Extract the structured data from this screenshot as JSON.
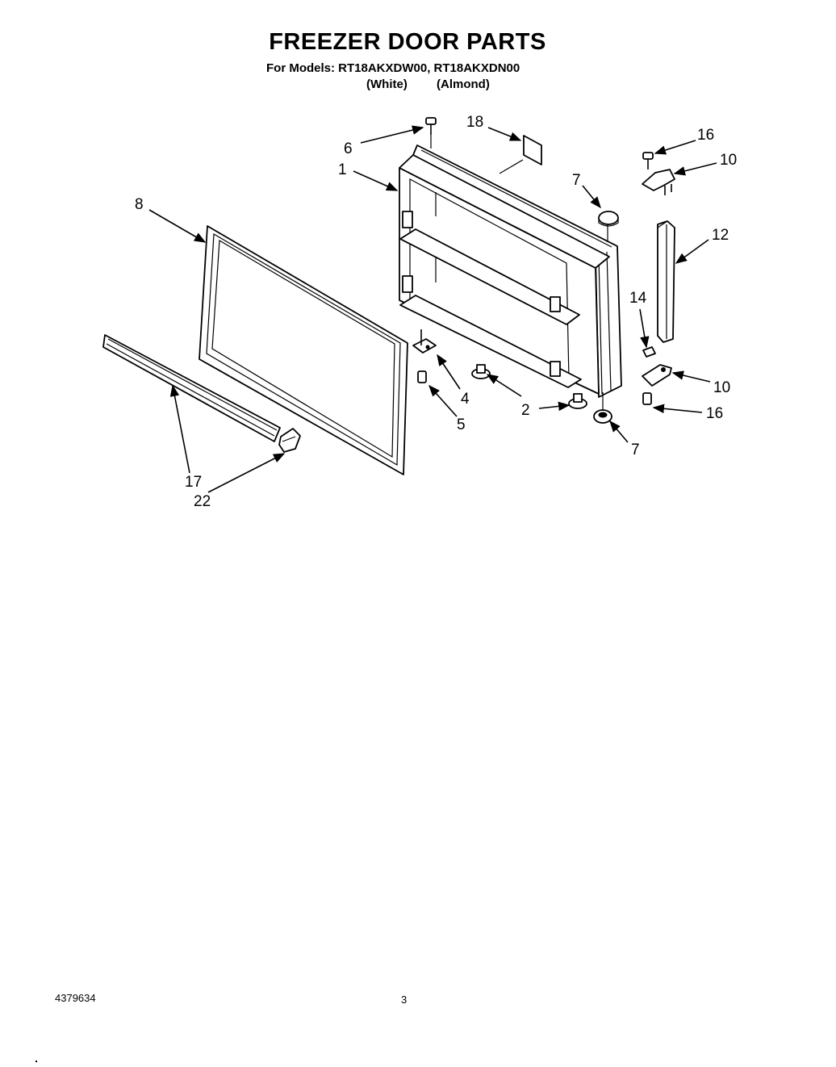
{
  "header": {
    "title": "FREEZER DOOR PARTS",
    "models_line": "For Models: RT18AKXDW00, RT18AKXDN00",
    "color_white": "(White)",
    "color_almond": "(Almond)"
  },
  "callouts": [
    "6",
    "18",
    "16",
    "10",
    "1",
    "7",
    "8",
    "12",
    "14",
    "10",
    "4",
    "2",
    "16",
    "5",
    "7",
    "17",
    "22"
  ],
  "footer": {
    "document_number": "4379634",
    "page_number": "3"
  }
}
